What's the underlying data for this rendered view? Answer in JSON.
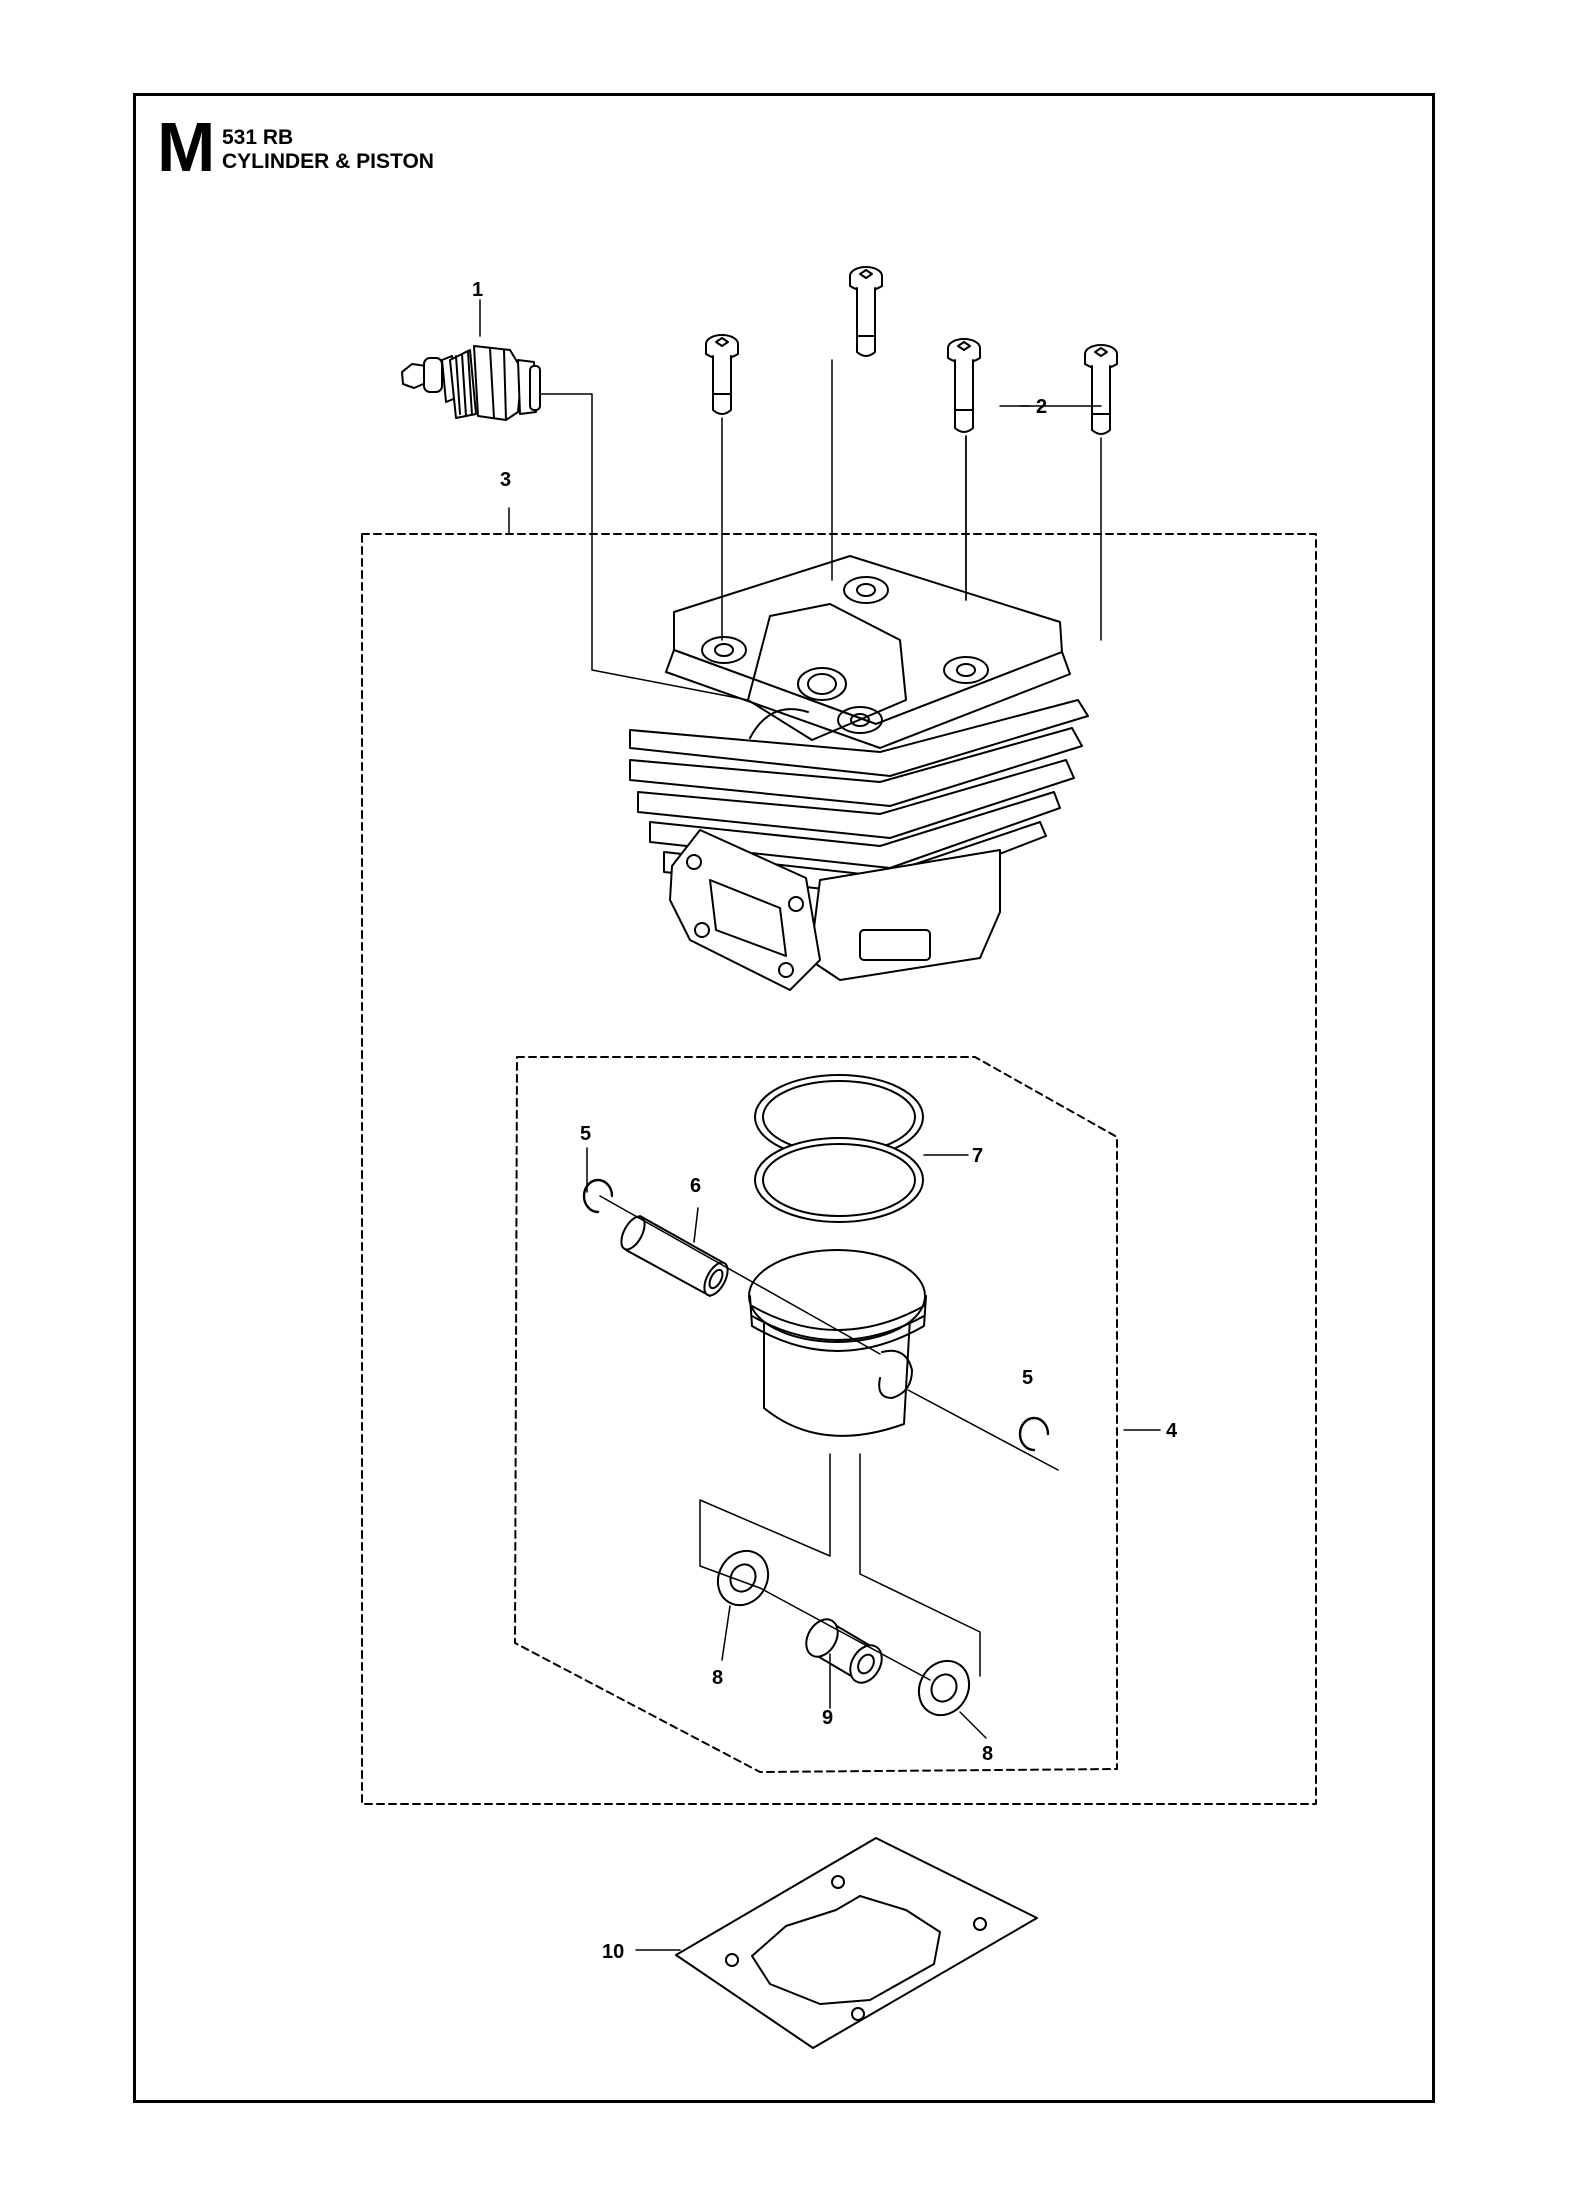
{
  "header": {
    "section_letter": "M",
    "model": "531 RB",
    "title": "CYLINDER & PISTON"
  },
  "callouts": {
    "c1": "1",
    "c2": "2",
    "c3": "3",
    "c4": "4",
    "c5a": "5",
    "c5b": "5",
    "c6": "6",
    "c7": "7",
    "c8a": "8",
    "c8b": "8",
    "c9": "9",
    "c10": "10"
  },
  "parts": [
    {
      "ref": "1",
      "name": "spark-plug"
    },
    {
      "ref": "2",
      "name": "screw"
    },
    {
      "ref": "3",
      "name": "cylinder-kit"
    },
    {
      "ref": "4",
      "name": "piston-kit"
    },
    {
      "ref": "5",
      "name": "circlip"
    },
    {
      "ref": "6",
      "name": "piston-pin"
    },
    {
      "ref": "7",
      "name": "piston-ring"
    },
    {
      "ref": "8",
      "name": "washer"
    },
    {
      "ref": "9",
      "name": "needle-bearing"
    },
    {
      "ref": "10",
      "name": "cylinder-gasket"
    }
  ]
}
